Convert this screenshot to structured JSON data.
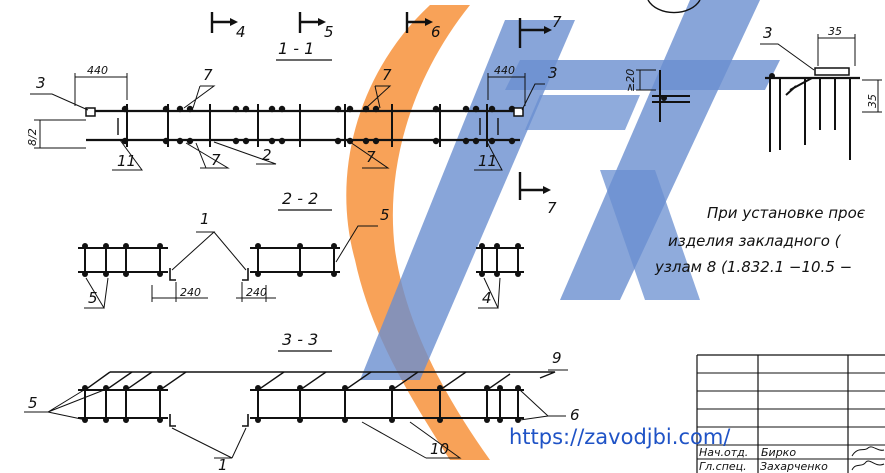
{
  "section_titles": {
    "s11": "1 - 1",
    "s22": "2 - 2",
    "s33": "3 - 3"
  },
  "cut_marks": {
    "c4": "4",
    "c5": "5",
    "c6": "6",
    "c7a": "7",
    "c7b": "7"
  },
  "dims": {
    "d440a": "440",
    "d440b": "440",
    "d20": "≥20",
    "d8": "8/2",
    "d240a": "240",
    "d240b": "240",
    "d35a": "35",
    "d35b": "35"
  },
  "labels": {
    "l3a": "3",
    "l3b": "3",
    "l3c": "3",
    "l7a": "7",
    "l7b": "7",
    "l7c": "7",
    "l7d": "7",
    "l2": "2",
    "l11a": "11",
    "l11b": "11",
    "l1a": "1",
    "l1b": "1",
    "l5a": "5",
    "l5b": "5",
    "l5c": "5",
    "l4": "4",
    "l9": "9",
    "l6": "6",
    "l10": "10"
  },
  "note": {
    "line1": "При установке проє",
    "line2": "изделия закладного (",
    "line3": "узлам 8 (1.832.1 −10.5 −"
  },
  "stamp": {
    "role1": "Нач.отд.",
    "name1": "Бирко",
    "role2": "Гл.спец.",
    "name2": "Захарченко"
  },
  "watermark": {
    "url": "https://zavodjbi.com/"
  },
  "colors": {
    "ink": "#111111",
    "orange_arc": "#f79a4a",
    "blue_mark": "#1f53c6"
  }
}
